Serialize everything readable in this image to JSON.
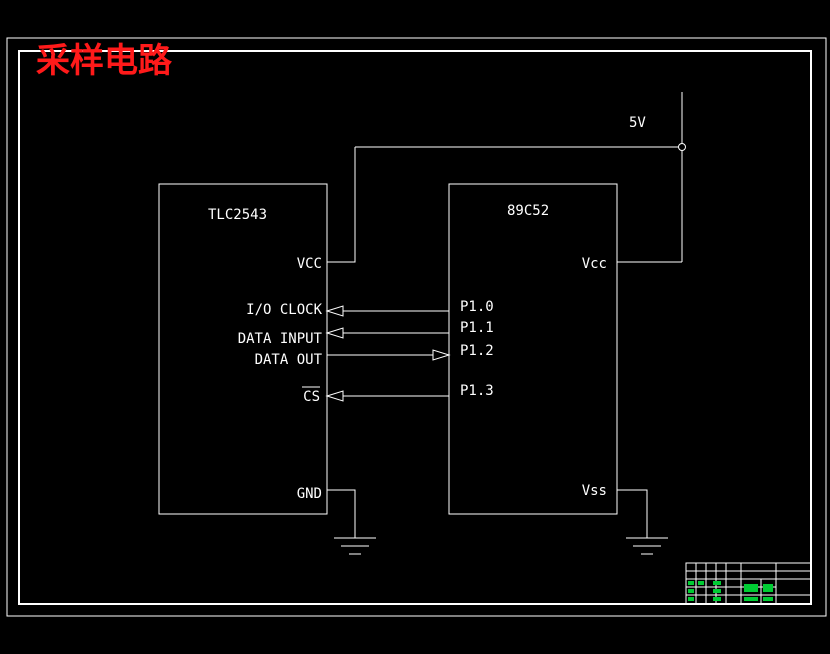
{
  "title": "采样电路",
  "supply_label": "5V",
  "colors": {
    "background": "#000000",
    "lines": "#ffffff",
    "title": "#ff1a1a",
    "titleblock_fill": "#00cc33"
  },
  "chip_adc": {
    "name": "TLC2543",
    "pins": {
      "vcc": "VCC",
      "io_clock": "I/O CLOCK",
      "data_input": "DATA INPUT",
      "data_out": "DATA OUT",
      "cs": "CS",
      "gnd": "GND"
    }
  },
  "chip_mcu": {
    "name": "89C52",
    "pins": {
      "vcc": "Vcc",
      "p10": "P1.0",
      "p11": "P1.1",
      "p12": "P1.2",
      "p13": "P1.3",
      "vss": "Vss"
    }
  }
}
